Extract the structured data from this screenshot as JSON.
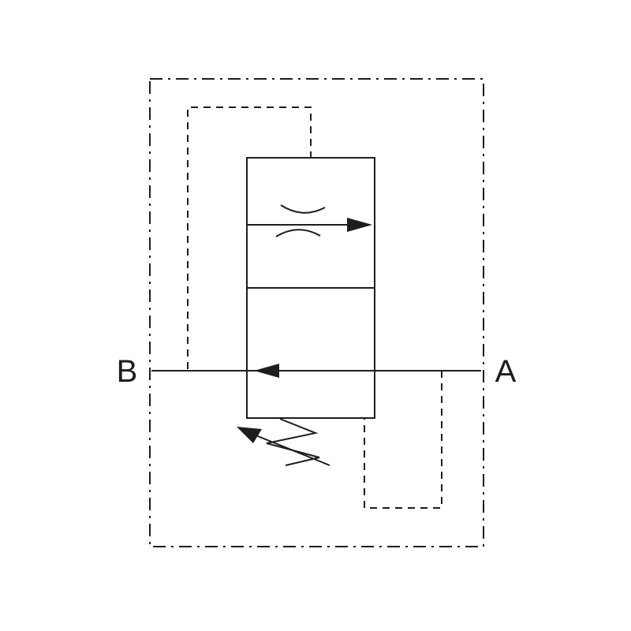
{
  "page": {
    "background": "#ffffff"
  },
  "colors": {
    "line": "#1d1d1d"
  },
  "diagram": {
    "kind": "hydraulic-flow-control-valve-schematic",
    "ports": {
      "left": {
        "label": "B"
      },
      "right": {
        "label": "A"
      }
    },
    "symbols": [
      "enclosure-boundary-icon",
      "valve-body-icon",
      "restrictor-orifice-icon",
      "flow-direction-arrow-icon",
      "check-flow-arrow-icon",
      "adjustable-spring-icon",
      "pilot-line-icon"
    ]
  }
}
